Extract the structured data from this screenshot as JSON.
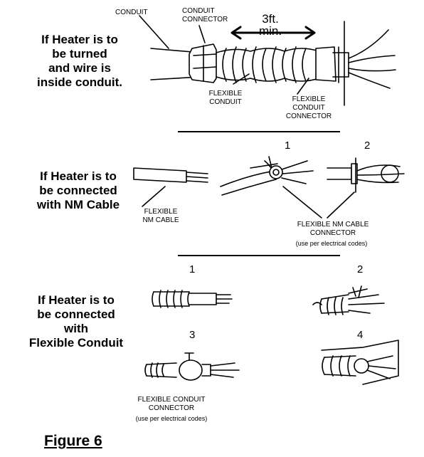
{
  "section1": {
    "heading": "If Heater is to\nbe turned\nand wire is\ninside conduit.",
    "labels": {
      "conduit": "CONDUIT",
      "conduit_connector": "CONDUIT\nCONNECTOR",
      "distance": "3ft.\nmin.",
      "flexible_conduit": "FLEXIBLE\nCONDUIT",
      "flexible_conduit_connector": "FLEXIBLE\nCONDUIT\nCONNECTOR"
    }
  },
  "section2": {
    "heading": "If Heater is to\nbe connected\nwith NM Cable",
    "steps": [
      "1",
      "2"
    ],
    "labels": {
      "flexible_nm_cable": "FLEXIBLE\nNM CABLE",
      "nm_cable_connector": "FLEXIBLE NM CABLE\nCONNECTOR",
      "note": "(use per electrical codes)"
    }
  },
  "section3": {
    "heading": "If Heater is to\nbe connected\nwith\nFlexible Conduit",
    "steps": [
      "1",
      "2",
      "3",
      "4"
    ],
    "labels": {
      "flexible_conduit_connector": "FLEXIBLE CONDUIT\nCONNECTOR",
      "note": "(use per electrical codes)"
    }
  },
  "figure_caption": "Figure 6"
}
